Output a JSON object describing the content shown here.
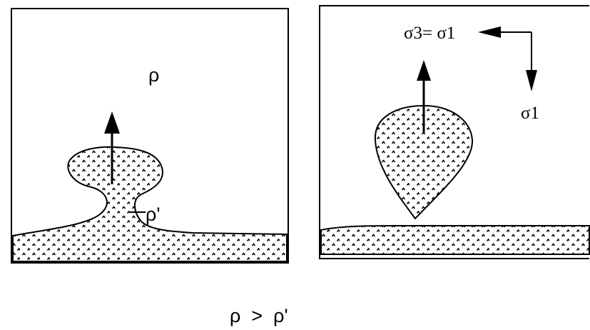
{
  "panels": {
    "left": {
      "rho_label": "ρ",
      "rho_prime_label": "ρ'"
    },
    "right": {
      "stress_label": "σ3= σ1",
      "sigma1_label": "σ1"
    }
  },
  "caption": {
    "relation": "ρ  >  ρ'"
  },
  "colors": {
    "ink": "#000000",
    "fill": "#ffffff"
  }
}
